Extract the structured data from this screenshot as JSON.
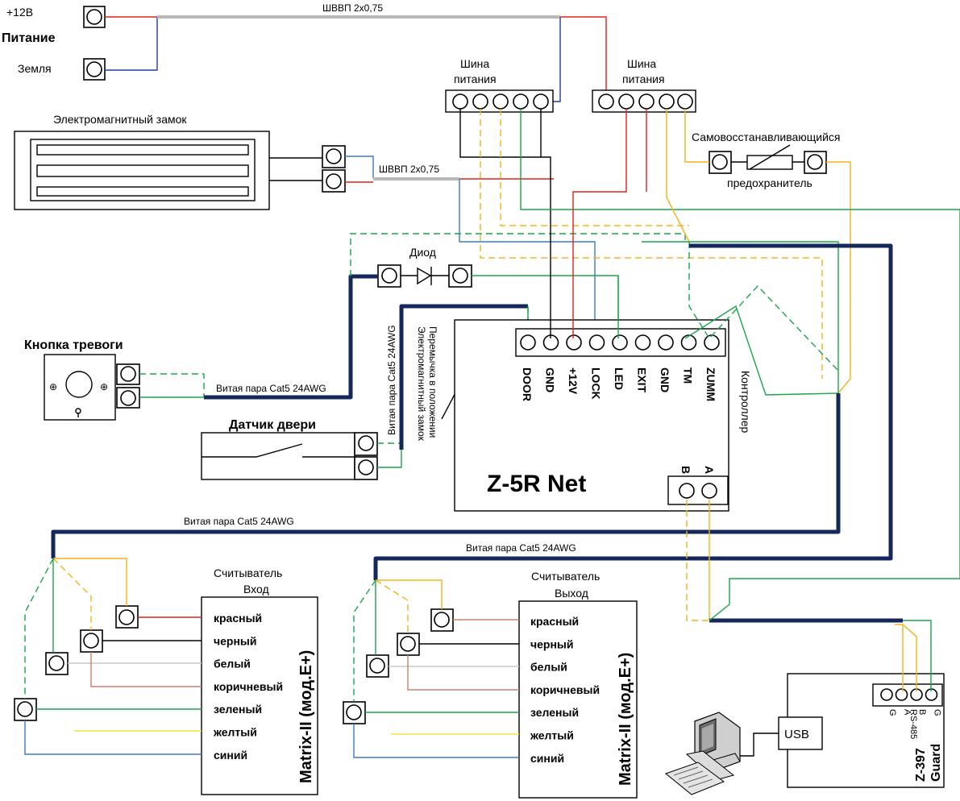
{
  "power": {
    "plus12": "+12В",
    "title": "Питание",
    "ground": "Земля"
  },
  "cables": {
    "shvvp_top": "ШВВП 2х0,75",
    "shvvp_lock": "ШВВП 2х0,75",
    "cat5": "Витая пара Cat5 24AWG"
  },
  "bus": {
    "label_line1": "Шина",
    "label_line2": "питания"
  },
  "lock": {
    "title": "Электромагнитный замок"
  },
  "fuse": {
    "line1": "Самовосстанавливающийся",
    "line2": "предохранитель"
  },
  "diode": {
    "label": "Диод"
  },
  "alarm": {
    "title": "Кнопка тревоги"
  },
  "door_sensor": {
    "title": "Датчик двери"
  },
  "jumper": {
    "line1": "Перемычка в положении",
    "line2": "Электромагнитный замок"
  },
  "controller": {
    "pins": [
      "DOOR",
      "GND",
      "+12V",
      "LOCK",
      "LED",
      "EXIT",
      "GND",
      "TM",
      "ZUMM"
    ],
    "side_label": "Контроллер",
    "name": "Z-5R Net",
    "pin_a": "A",
    "pin_b": "B"
  },
  "reader_in": {
    "title1": "Считыватель",
    "title2": "Вход",
    "model": "Matrix-II (мод.E+)",
    "wires": [
      "красный",
      "черный",
      "белый",
      "коричневый",
      "зеленый",
      "желтый",
      "синий"
    ]
  },
  "reader_out": {
    "title1": "Считыватель",
    "title2": "Выход",
    "model": "Matrix-II (мод.E+)",
    "wires": [
      "красный",
      "черный",
      "белый",
      "коричневый",
      "зеленый",
      "желтый",
      "синий"
    ]
  },
  "converter": {
    "usb": "USB",
    "pins": [
      "G",
      "A",
      "B",
      "G"
    ],
    "bus": "RS-485",
    "name1": "Z-397",
    "name2": "Guard"
  },
  "colors": {
    "red": "#e0201c",
    "blue": "#1f3ba8",
    "green": "#1aa64a",
    "yellow": "#f3b21a",
    "cat5": "#14285c"
  }
}
